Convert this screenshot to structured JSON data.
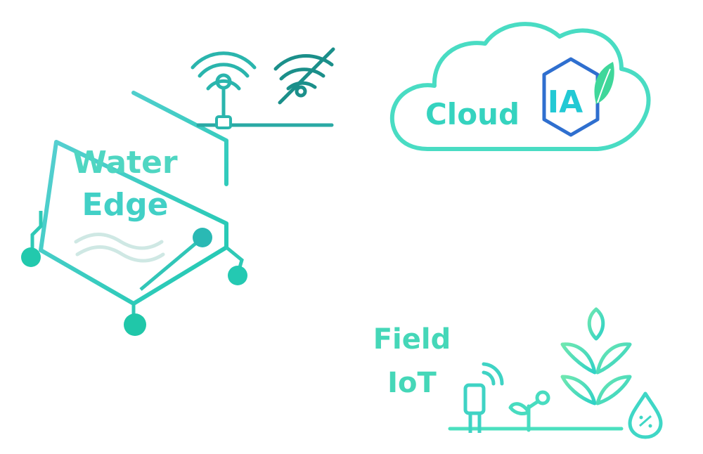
{
  "water_edge": {
    "line1": "Water",
    "line2": "Edge"
  },
  "cloud": {
    "label": "Cloud",
    "badge": "IA"
  },
  "field_iot": {
    "line1": "Field",
    "line2": "IoT"
  },
  "colors": {
    "water_edge_stroke": "#3cc9c5",
    "water_edge_text": "#4fd6c2",
    "cloud_stroke": "#49dcc3",
    "cloud_text": "#35d3bf",
    "ia_hex": "#2f6fcf",
    "ia_text": "#22c9d4",
    "leaf": "#3fd79a",
    "field_text": "#45d7b8",
    "plant": "#4be0bf",
    "dash_line": "#48d4cf",
    "antenna": "#2ab5ad"
  },
  "icons": [
    "antenna-icon",
    "wifi-off-icon",
    "leaf-icon",
    "sensor-icon",
    "signal-icon",
    "sprout-icon",
    "plant-icon",
    "water-drop-icon",
    "water-waves-icon"
  ]
}
